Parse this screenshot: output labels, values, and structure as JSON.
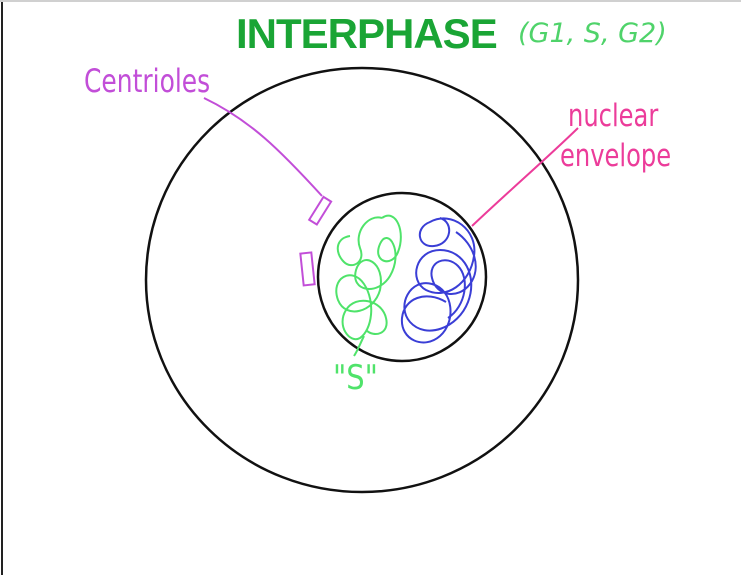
{
  "title": "INTERPHASE",
  "phases": "(G1, S, G2)",
  "labels": {
    "centrioles": "Centrioles",
    "nuclear_envelope_line1": "nuclear",
    "nuclear_envelope_line2": "envelope",
    "s_label": "\"S\""
  },
  "colors": {
    "title": "#1aa535",
    "phases": "#4fd36a",
    "centrioles": "#c24ed8",
    "nuclear_envelope": "#ec3c9a",
    "s_chromatin": "#4fe36a",
    "chromatin_blue": "#3a3ed6",
    "outline": "#111111"
  }
}
